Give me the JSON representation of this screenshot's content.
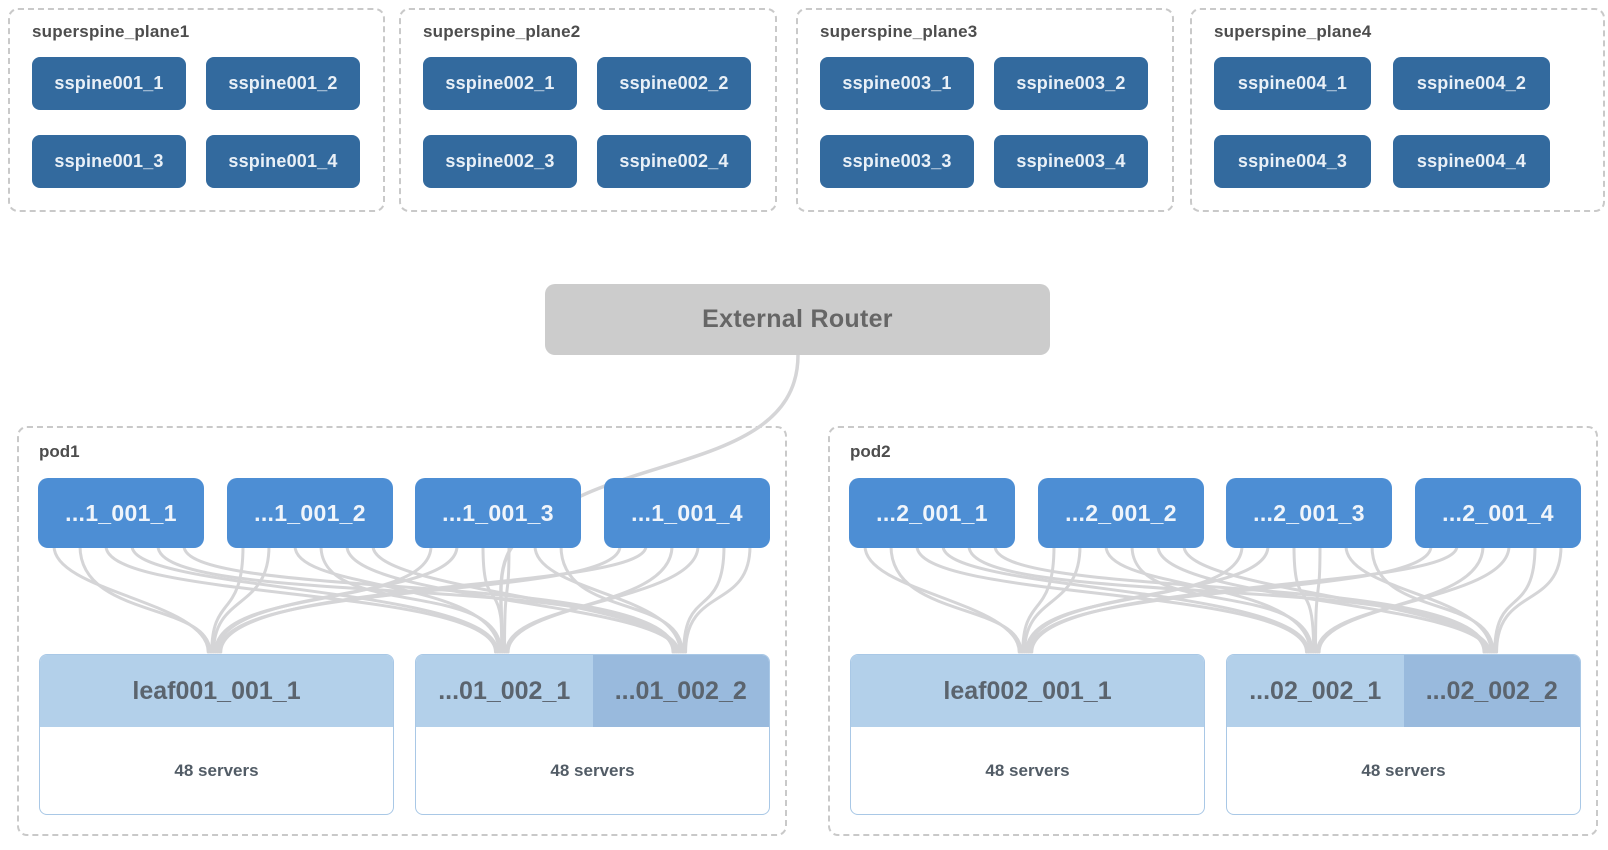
{
  "superspine_planes": [
    {
      "label": "superspine_plane1",
      "nodes": [
        "sspine001_1",
        "sspine001_2",
        "sspine001_3",
        "sspine001_4"
      ]
    },
    {
      "label": "superspine_plane2",
      "nodes": [
        "sspine002_1",
        "sspine002_2",
        "sspine002_3",
        "sspine002_4"
      ]
    },
    {
      "label": "superspine_plane3",
      "nodes": [
        "sspine003_1",
        "sspine003_2",
        "sspine003_3",
        "sspine003_4"
      ]
    },
    {
      "label": "superspine_plane4",
      "nodes": [
        "sspine004_1",
        "sspine004_2",
        "sspine004_3",
        "sspine004_4"
      ]
    }
  ],
  "external_router": {
    "label": "External Router"
  },
  "pods": [
    {
      "label": "pod1",
      "spines": [
        "...1_001_1",
        "...1_001_2",
        "...1_001_3",
        "...1_001_4"
      ],
      "leaf_groups": [
        {
          "leafs": [
            "leaf001_001_1"
          ],
          "servers": "48 servers"
        },
        {
          "leafs": [
            "...01_002_1",
            "...01_002_2"
          ],
          "servers": "48 servers"
        }
      ]
    },
    {
      "label": "pod2",
      "spines": [
        "...2_001_1",
        "...2_001_2",
        "...2_001_3",
        "...2_001_4"
      ],
      "leaf_groups": [
        {
          "leafs": [
            "leaf002_001_1"
          ],
          "servers": "48 servers"
        },
        {
          "leafs": [
            "...02_002_1",
            "...02_002_2"
          ],
          "servers": "48 servers"
        }
      ]
    }
  ],
  "colors": {
    "superspine_node": "#336a9e",
    "spine_node": "#4d8ed4",
    "leaf_header_light": "#b3d0ea",
    "leaf_header_dark": "#99badd",
    "external_router_bg": "#cccccc",
    "link_line": "#d5d5d7",
    "dashed_border": "#c9c9c9",
    "label_text": "#4d4d4d"
  }
}
